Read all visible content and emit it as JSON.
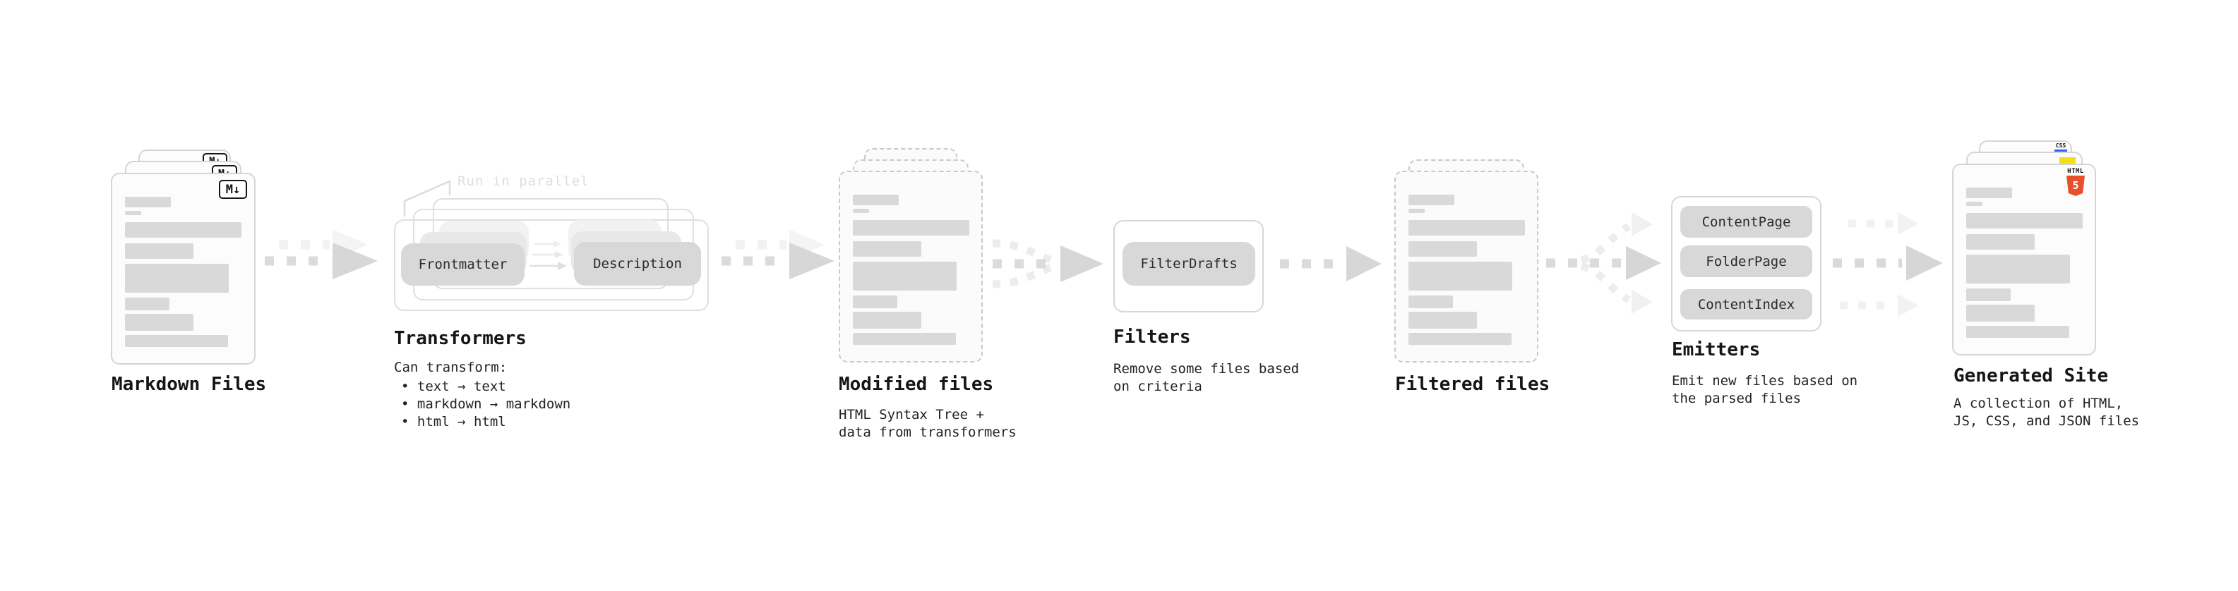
{
  "diagram": {
    "markdown": {
      "label": "Markdown Files",
      "badge": "M↓"
    },
    "transformers": {
      "parallel_note": "Run in parallel",
      "chip_left": "Frontmatter",
      "chip_right": "Description",
      "title": "Transformers",
      "body_heading": "Can transform:",
      "bullets": [
        "• text → text",
        "• markdown → markdown",
        "• html → html"
      ]
    },
    "modified": {
      "label": "Modified files",
      "subtitle_line1": "HTML Syntax Tree +",
      "subtitle_line2": "data from transformers"
    },
    "filters": {
      "chip": "FilterDrafts",
      "title": "Filters",
      "subtitle_line1": "Remove some files based",
      "subtitle_line2": "on criteria"
    },
    "filtered": {
      "label": "Filtered files"
    },
    "emitters": {
      "chips": [
        "ContentPage",
        "FolderPage",
        "ContentIndex"
      ],
      "title": "Emitters",
      "subtitle_line1": "Emit new files based on",
      "subtitle_line2": "the parsed files"
    },
    "generated": {
      "label": "Generated Site",
      "subtitle_line1": "A collection of HTML,",
      "subtitle_line2": "JS, CSS, and JSON files",
      "badge_css_label": "CSS",
      "badge_html_label": "HTML",
      "badge_html_number": "5"
    },
    "colors": {
      "html5_orange": "#e8502c",
      "js_yellow": "#f5de19",
      "css_blue": "#2e63f0"
    }
  }
}
